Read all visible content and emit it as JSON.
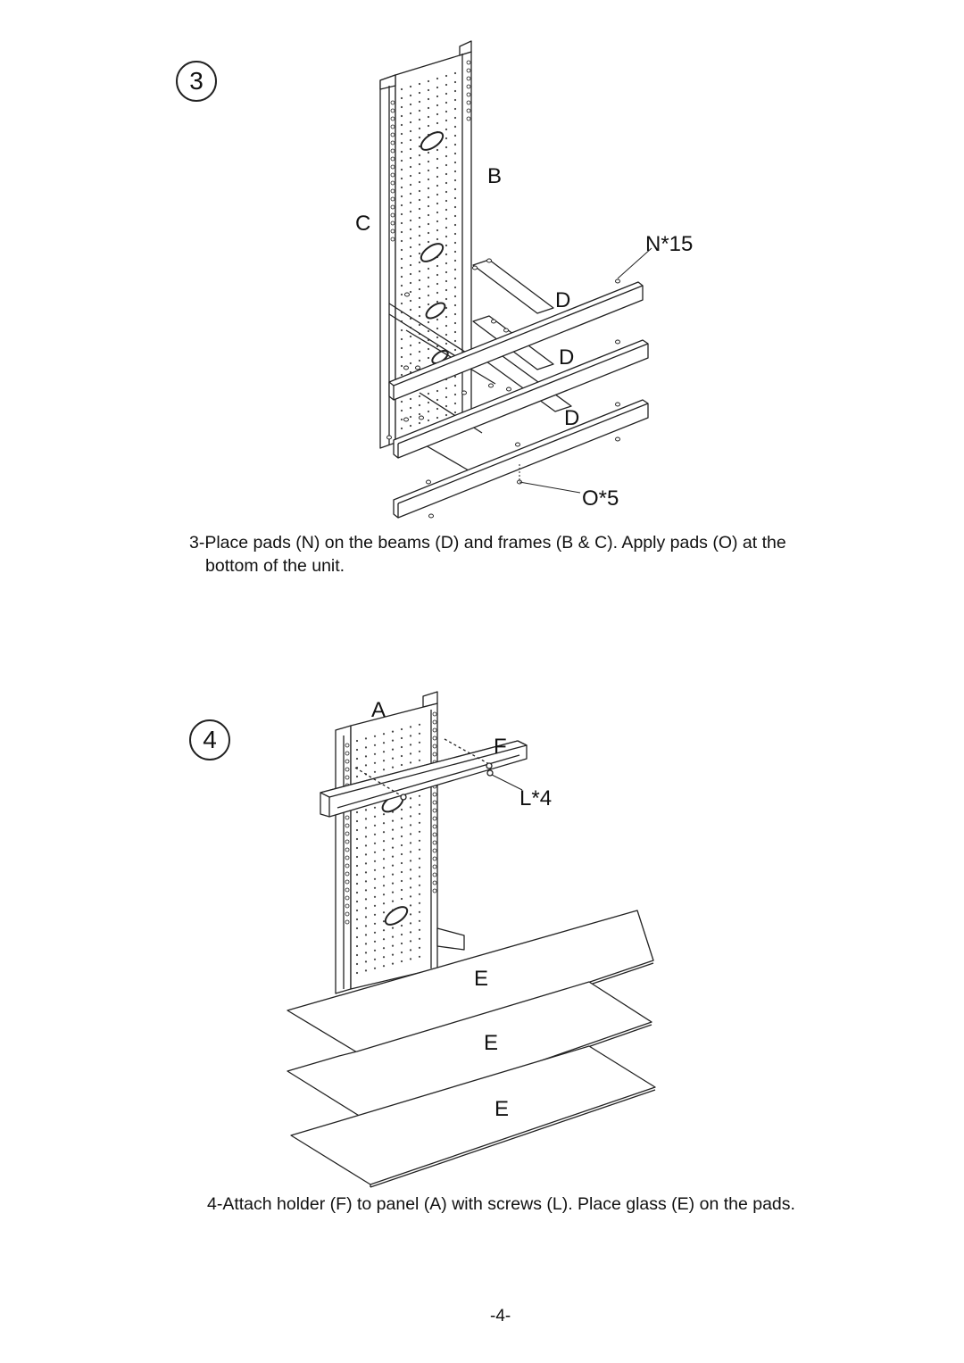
{
  "step3": {
    "number": "3",
    "labels": {
      "b": "B",
      "c": "C",
      "n": "N*15",
      "d1": "D",
      "d2": "D",
      "d3": "D",
      "o": "O*5"
    },
    "caption_line1": "3-Place pads (N) on the beams (D) and frames (B & C). Apply pads (O) at the",
    "caption_line2": "bottom of the unit."
  },
  "step4": {
    "number": "4",
    "labels": {
      "a": "A",
      "f": "F",
      "l": "L*4",
      "e1": "E",
      "e2": "E",
      "e3": "E"
    },
    "caption": "4-Attach holder (F) to panel (A) with screws (L). Place glass (E) on the pads."
  },
  "footer": {
    "page_number": "-4-"
  }
}
